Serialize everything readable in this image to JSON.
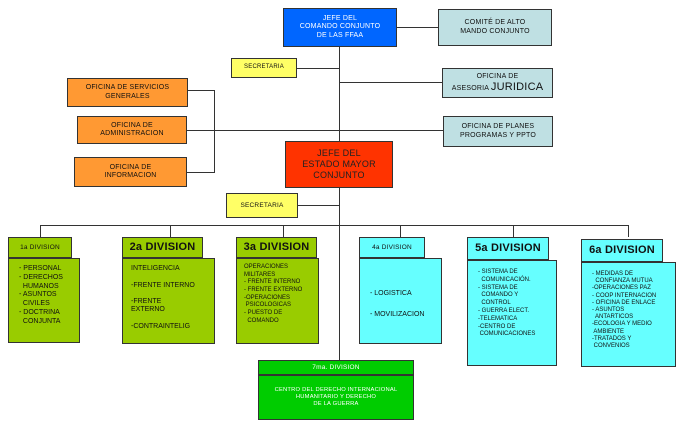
{
  "top": {
    "jefe_comando": "JEFE DEL\nCOMANDO CONJUNTO\nDE LAS FFAA",
    "comite": "COMITÉ DE ALTO\nMANDO CONJUNTO",
    "secretaria_1": "SECRETARIA",
    "asesoria": "OFICINA DE\nASESORIA",
    "asesoria_big": "JURIDICA",
    "servicios": "OFICINA DE SERVICIOS\nGENERALES",
    "administracion": "OFICINA DE\nADMINISTRACION",
    "informacion": "OFICINA DE\nINFORMACION",
    "planes": "OFICINA DE PLANES\nPROGRAMAS Y PPTO",
    "jefe_estado_mayor": "JEFE DEL\nESTADO MAYOR\nCONJUNTO",
    "secretaria_2": "SECRETARIA"
  },
  "divisions": [
    {
      "title": "1a DIVISION",
      "items": [
        "- PERSONAL",
        "- DERECHOS",
        "  HUMANOS",
        "- ASUNTOS",
        "  CIVILES",
        "- DOCTRINA",
        "  CONJUNTA"
      ]
    },
    {
      "title": "2a DIVISION",
      "items": [
        "INTELIGENCIA",
        "",
        "-FRENTE INTERNO",
        "",
        "-FRENTE",
        "EXTERNO",
        "",
        "-CONTRAINTELIG"
      ]
    },
    {
      "title": "3a DIVISION",
      "items": [
        "OPERACIONES",
        "MILITARES",
        "- FRENTE INTERNO",
        "- FRENTE EXTERNO",
        "-OPERACIONES",
        " PSICOLOGICAS",
        "- PUESTO DE",
        "  COMANDO"
      ]
    },
    {
      "title": "4a DIVISION",
      "items": [
        "- LOGISTICA",
        "",
        "- MOVILIZACION"
      ]
    },
    {
      "title": "5a DIVISION",
      "items": [
        "- SISTEMA DE",
        "  COMUNICACIÓN.",
        "- SISTEMA DE",
        "  COMANDO Y",
        "  CONTROL",
        "- GUERRA ELECT.",
        "-TELEMATICA",
        "-CENTRO DE",
        " COMUNICACIONES"
      ]
    },
    {
      "title": "6a DIVISION",
      "items": [
        "- MEDIDAS DE",
        "  CONFIANZA MUTUA",
        "-OPERACIONES PAZ",
        "- COOP INTERNACION",
        "- OFICINA DE ENLACE",
        "- ASUNTOS",
        "  ANTARTICOS",
        "-ECOLOGIA Y MEDIO",
        " AMBIENTE",
        "-TRATADOS Y",
        " CONVENIOS"
      ]
    },
    {
      "title": "7ma. DIVISION",
      "items": [
        "CENTRO DEL DERECHO INTERNACIONAL",
        "HUMANITARIO Y DERECHO",
        "DE LA GUERRA"
      ]
    }
  ],
  "colors": {
    "blue": "#0066ff",
    "lightblue": "#bfe0e3",
    "yellow": "#ffff66",
    "orange": "#ff9933",
    "red": "#ff3300",
    "lime": "#99cc00",
    "cyan": "#66ffff",
    "green": "#00cc00"
  }
}
